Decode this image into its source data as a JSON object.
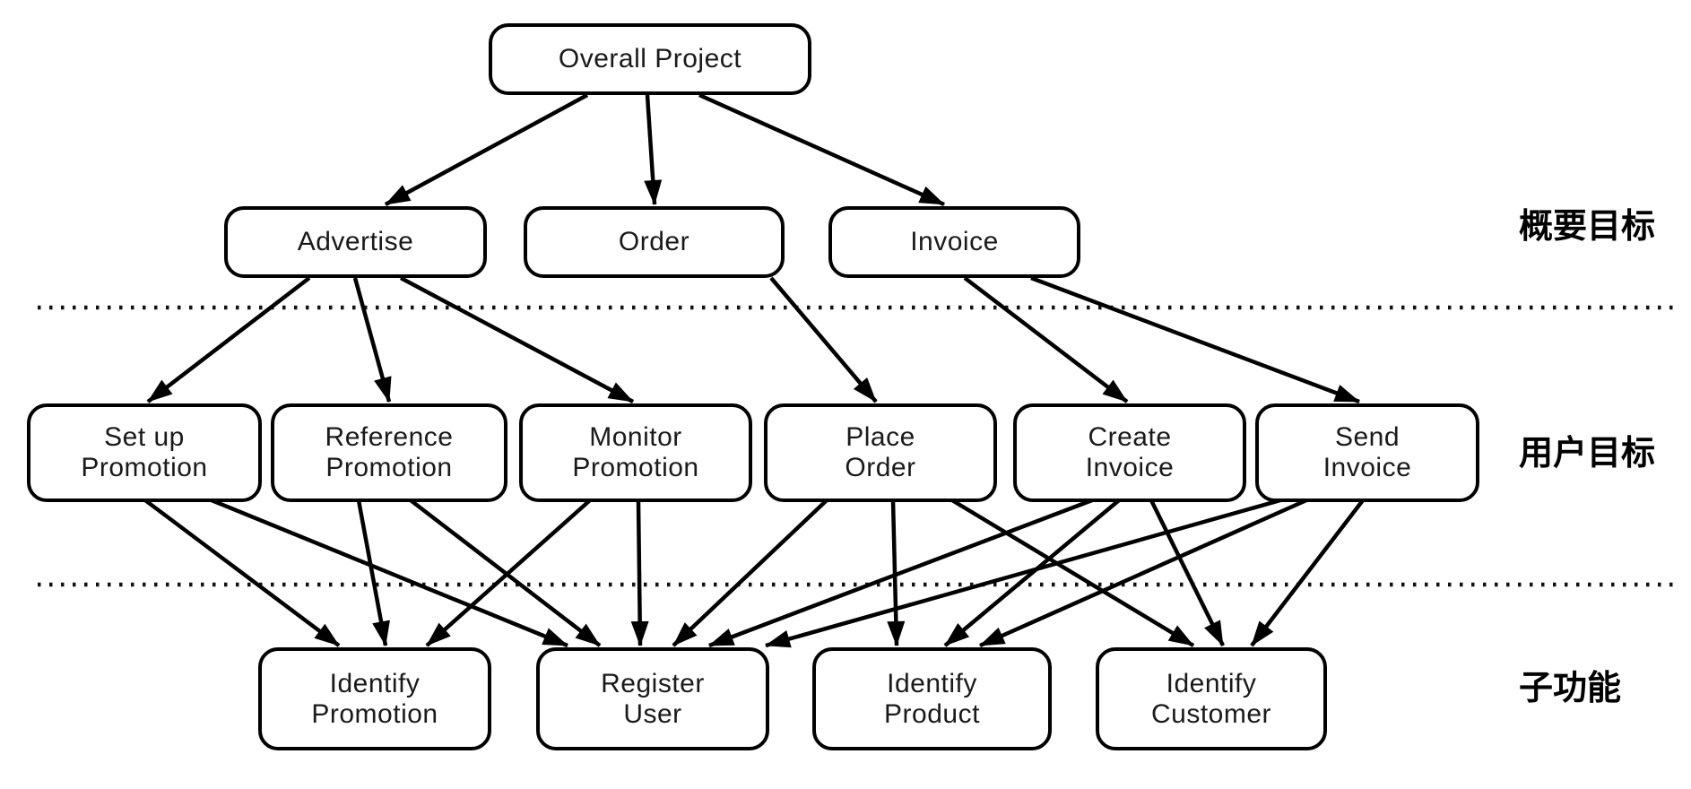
{
  "diagram": {
    "nodes": {
      "overall": {
        "label": "Overall Project"
      },
      "advertise": {
        "label": "Advertise"
      },
      "order": {
        "label": "Order"
      },
      "invoice": {
        "label": "Invoice"
      },
      "setup_promotion": {
        "label": "Set up\nPromotion"
      },
      "reference_promotion": {
        "label": "Reference\nPromotion"
      },
      "monitor_promotion": {
        "label": "Monitor\nPromotion"
      },
      "place_order": {
        "label": "Place\nOrder"
      },
      "create_invoice": {
        "label": "Create\nInvoice"
      },
      "send_invoice": {
        "label": "Send\nInvoice"
      },
      "identify_promotion": {
        "label": "Identify\nPromotion"
      },
      "register_user": {
        "label": "Register\nUser"
      },
      "identify_product": {
        "label": "Identify\nProduct"
      },
      "identify_customer": {
        "label": "Identify\nCustomer"
      }
    },
    "row_labels": {
      "summary_goal": "概要目标",
      "user_goal": "用户目标",
      "subfunction": "子功能"
    },
    "edges": [
      {
        "from": "overall",
        "to": "advertise"
      },
      {
        "from": "overall",
        "to": "order"
      },
      {
        "from": "overall",
        "to": "invoice"
      },
      {
        "from": "advertise",
        "to": "setup_promotion"
      },
      {
        "from": "advertise",
        "to": "reference_promotion"
      },
      {
        "from": "advertise",
        "to": "monitor_promotion"
      },
      {
        "from": "order",
        "to": "place_order"
      },
      {
        "from": "invoice",
        "to": "create_invoice"
      },
      {
        "from": "invoice",
        "to": "send_invoice"
      },
      {
        "from": "setup_promotion",
        "to": "identify_promotion"
      },
      {
        "from": "setup_promotion",
        "to": "register_user"
      },
      {
        "from": "reference_promotion",
        "to": "identify_promotion"
      },
      {
        "from": "reference_promotion",
        "to": "register_user"
      },
      {
        "from": "monitor_promotion",
        "to": "identify_promotion"
      },
      {
        "from": "monitor_promotion",
        "to": "register_user"
      },
      {
        "from": "place_order",
        "to": "register_user"
      },
      {
        "from": "place_order",
        "to": "identify_product"
      },
      {
        "from": "place_order",
        "to": "identify_customer"
      },
      {
        "from": "create_invoice",
        "to": "register_user"
      },
      {
        "from": "create_invoice",
        "to": "identify_product"
      },
      {
        "from": "create_invoice",
        "to": "identify_customer"
      },
      {
        "from": "send_invoice",
        "to": "register_user"
      },
      {
        "from": "send_invoice",
        "to": "identify_product"
      },
      {
        "from": "send_invoice",
        "to": "identify_customer"
      }
    ],
    "colors": {
      "line": "#000000",
      "box_fill": "#ffffff",
      "text": "#1a1a1a"
    }
  }
}
